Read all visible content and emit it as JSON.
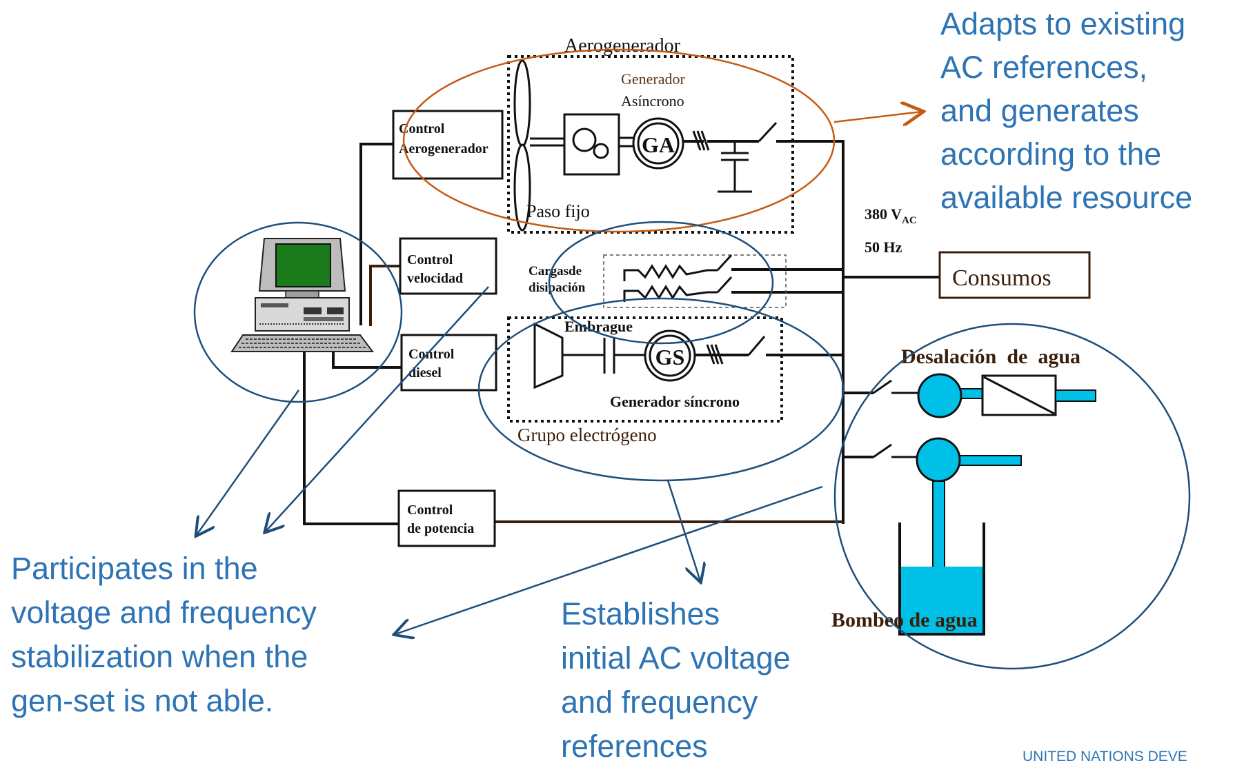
{
  "annotations": {
    "top_right": [
      "Adapts to existing",
      "AC references,",
      "and generates",
      "according to  the",
      "available resource"
    ],
    "bottom_left": [
      "Participates in the",
      "voltage and frequency",
      "stabilization when the",
      "gen-set is not able."
    ],
    "bottom_center": [
      "Establishes",
      "initial AC voltage",
      "and frequency",
      "references"
    ],
    "footer": "UNITED NATIONS DEVE"
  },
  "wind": {
    "title": "Aerogenerador",
    "generator_line1": "Generador",
    "generator_line2": "Asíncrono",
    "machine": "GA",
    "pitch": "Paso fijo"
  },
  "controls": {
    "wind_line1": "Control",
    "wind_line2": "Aerogenerador",
    "speed_line1": "Control",
    "speed_line2": "velocidad",
    "diesel_line1": "Control",
    "diesel_line2": "diesel",
    "power_line1": "Control",
    "power_line2": "de potencia"
  },
  "bus": {
    "voltage": "380 V",
    "voltage_sub": "AC",
    "frequency": "50 Hz"
  },
  "loads": {
    "dump_line1": "Cargasde",
    "dump_line2": "disipación",
    "consumers": "Consumos"
  },
  "genset": {
    "clutch": "Embrague",
    "machine": "GS",
    "generator": "Generador síncrono",
    "group": "Grupo electrógeno"
  },
  "water": {
    "desal": "Desalación  de  agua",
    "pumping": "Bombeo de agua"
  },
  "colors": {
    "blue_text": "#2e74b5",
    "ellipse_orange": "#c55a11",
    "ellipse_blue": "#1f4e79",
    "water": "#00c0e8",
    "dark_brown": "#3a1f0a"
  }
}
